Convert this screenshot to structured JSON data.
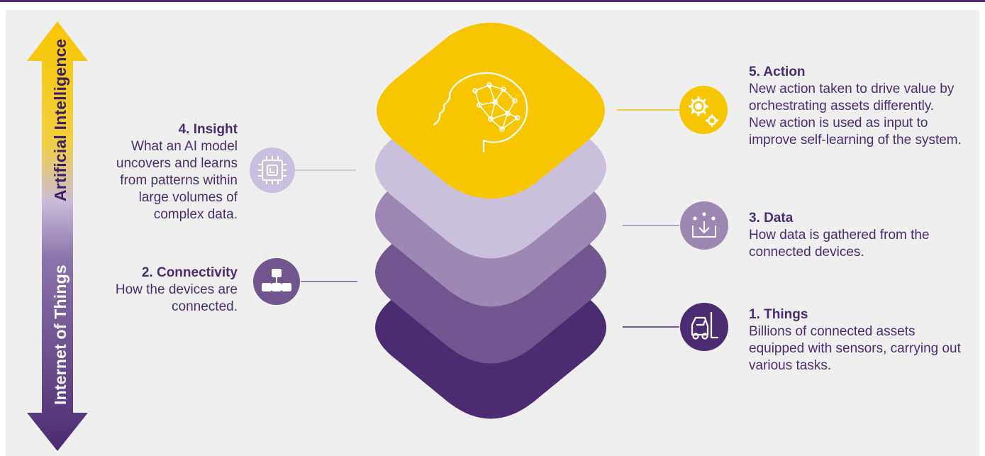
{
  "axis": {
    "top_label": "Artificial Intelligence",
    "bottom_label": "Internet of Things"
  },
  "callouts": {
    "insight": {
      "title": "4. Insight",
      "body": "What an AI model uncovers and learns from patterns within large volumes of complex data."
    },
    "connectivity": {
      "title": "2. Connectivity",
      "body": "How the devices are connected."
    },
    "action": {
      "title": "5. Action",
      "body": "New action taken to drive value by orchestrating assets differently. New action is used as input to improve self-learning of the system."
    },
    "data": {
      "title": "3. Data",
      "body": "How data is gathered from the connected devices."
    },
    "things": {
      "title": "1. Things",
      "body": "Billions of connected assets equipped with sensors, carrying out various tasks."
    }
  },
  "icons": {
    "insight": "chip-icon",
    "connectivity": "network-icon",
    "action": "gears-icon",
    "data": "download-icon",
    "things": "forklift-icon",
    "top_layer": "brain-network-icon"
  },
  "colors": {
    "layer1": "#4b2c73",
    "layer2": "#70558f",
    "layer3": "#9d88b4",
    "layer4": "#cbc0db",
    "layer5": "#f7c600",
    "text": "#4a2c73",
    "background": "#efefef"
  }
}
